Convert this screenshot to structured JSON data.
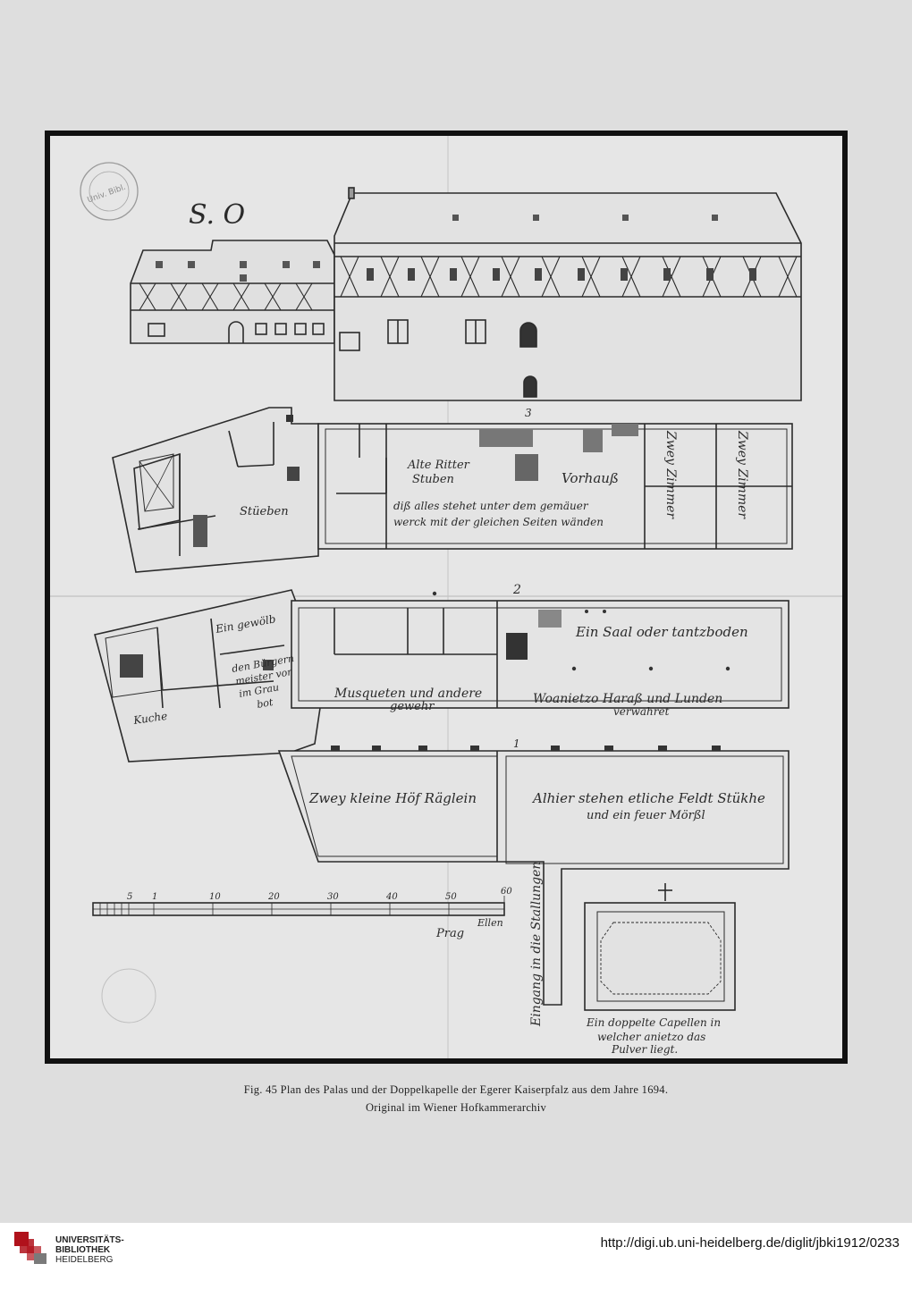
{
  "figure": {
    "caption_line1": "Fig. 45   Plan des Palas und der Doppelkapelle der Egerer Kaiserpfalz aus dem Jahre 1694.",
    "caption_line2": "Original im Wiener Hofkammerarchiv"
  },
  "drawing": {
    "sheet_mark": "S. O",
    "label_3": "3",
    "label_2": "2",
    "label_1": "1",
    "alte_ritter_1": "Alte Ritter",
    "alte_ritter_2": "Stuben",
    "vorhaus": "Vorhauß",
    "gemaeuer_1": "diß alles stehet unter dem gemäuer",
    "gemaeuer_2": "werck mit der gleichen Seiten wänden",
    "zimmer_a": "Zwey Zimmer",
    "zimmer_b": "Zwey Zimmer",
    "stueben": "Stüeben",
    "gewoelb": "Ein gewölb",
    "burggrafen_1": "den Bürgern",
    "burggrafen_2": "meister vor",
    "burggrafen_3": "im Grau",
    "burggrafen_4": "bot",
    "kuche": "Kuche",
    "saal": "Ein Saal oder tantzboden",
    "musqueten_1": "Musqueten und andere",
    "musqueten_2": "gewehr",
    "harnisch_1": "Woanietzo Haraß und Lunden",
    "harnisch_2": "verwahret",
    "hoefl": "Zwey kleine Höf Räglein",
    "feldstuecke_1": "Alhier stehen etliche Feldt Stükhe",
    "feldstuecke_2": "und ein feuer Mörßl",
    "eingang": "Eingang in die Stallungen",
    "capelle_1": "Ein doppelte Capellen in",
    "capelle_2": "welcher anietzo das",
    "capelle_3": "Pulver liegt.",
    "scale_ticks": [
      "5",
      "1",
      "10",
      "20",
      "30",
      "40",
      "50",
      "60"
    ],
    "scale_unit_1": "Prag",
    "scale_unit_2": "Ellen",
    "stamp": "Univ. Bibl."
  },
  "footer": {
    "library_line1": "UNIVERSITÄTS-",
    "library_line2": "BIBLIOTHEK",
    "library_line3": "HEIDELBERG",
    "url": "http://digi.ub.uni-heidelberg.de/diglit/jbki1912/0233"
  }
}
